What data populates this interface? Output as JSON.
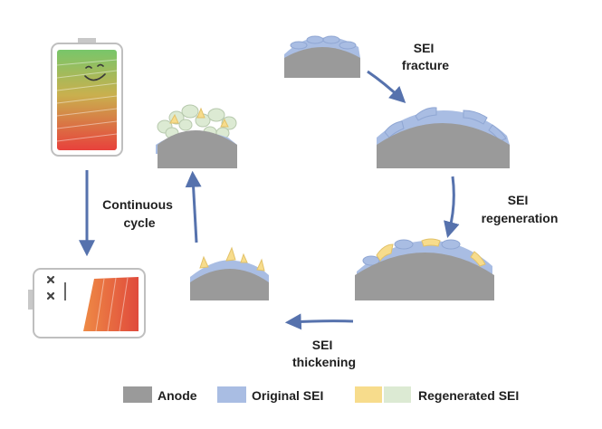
{
  "stage_labels": {
    "sei_fracture": [
      "SEI",
      "fracture"
    ],
    "sei_regeneration": [
      "SEI",
      "regeneration"
    ],
    "sei_thickening": [
      "SEI",
      "thickening"
    ],
    "continuous_cycle": [
      "Continuous",
      "cycle"
    ]
  },
  "legend": [
    {
      "label": "Anode",
      "swatches": [
        "#9a9a9a"
      ]
    },
    {
      "label": "Original SEI",
      "swatches": [
        "#a9bde3"
      ]
    },
    {
      "label": "Regenerated SEI",
      "swatches": [
        "#f7dc8c",
        "#dcead3"
      ]
    }
  ],
  "colors": {
    "anode": "#9a9a9a",
    "original_sei": "#a9bde3",
    "regenerated_sei_yellow": "#f7dc8c",
    "regenerated_sei_green": "#dcead3",
    "arrow": "#5672ad",
    "battery_full_top": "#7cc56a",
    "battery_full_bottom": "#e8413c",
    "battery_low": "#e0543c"
  },
  "icons": {
    "full_battery": "smiling-battery-icon",
    "low_battery": "dead-battery-icon"
  }
}
